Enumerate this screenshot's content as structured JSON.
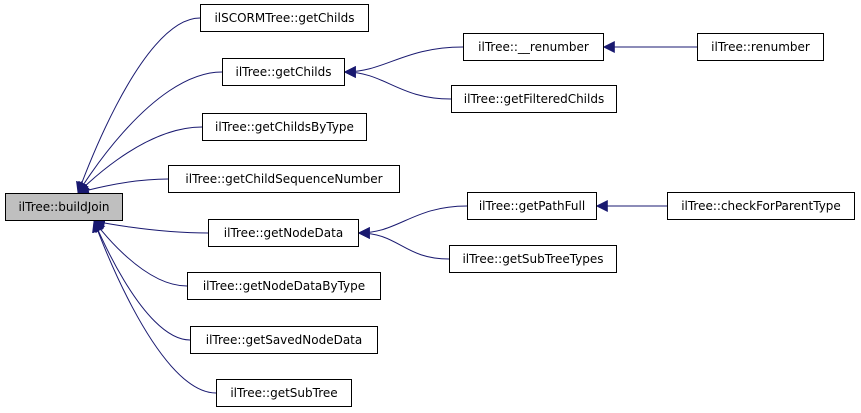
{
  "colors": {
    "edge": "#191970",
    "root_fill": "#bfbfbf",
    "node_fill": "#ffffff",
    "border": "#000000"
  },
  "nodes": {
    "buildJoin": "ilTree::buildJoin",
    "scormGetChilds": "ilSCORMTree::getChilds",
    "getChilds": "ilTree::getChilds",
    "renumberPriv": "ilTree::__renumber",
    "renumber": "ilTree::renumber",
    "getFilteredChilds": "ilTree::getFilteredChilds",
    "getChildsByType": "ilTree::getChildsByType",
    "getChildSequenceNumber": "ilTree::getChildSequenceNumber",
    "getNodeData": "ilTree::getNodeData",
    "getPathFull": "ilTree::getPathFull",
    "checkForParentType": "ilTree::checkForParentType",
    "getSubTreeTypes": "ilTree::getSubTreeTypes",
    "getNodeDataByType": "ilTree::getNodeDataByType",
    "getSavedNodeData": "ilTree::getSavedNodeData",
    "getSubTree": "ilTree::getSubTree"
  },
  "edges": [
    {
      "from": "scormGetChilds",
      "to": "buildJoin"
    },
    {
      "from": "getChilds",
      "to": "buildJoin"
    },
    {
      "from": "getChildsByType",
      "to": "buildJoin"
    },
    {
      "from": "getChildSequenceNumber",
      "to": "buildJoin"
    },
    {
      "from": "getNodeData",
      "to": "buildJoin"
    },
    {
      "from": "getNodeDataByType",
      "to": "buildJoin"
    },
    {
      "from": "getSavedNodeData",
      "to": "buildJoin"
    },
    {
      "from": "getSubTree",
      "to": "buildJoin"
    },
    {
      "from": "renumberPriv",
      "to": "getChilds"
    },
    {
      "from": "getFilteredChilds",
      "to": "getChilds"
    },
    {
      "from": "renumber",
      "to": "renumberPriv"
    },
    {
      "from": "getPathFull",
      "to": "getNodeData"
    },
    {
      "from": "getSubTreeTypes",
      "to": "getNodeData"
    },
    {
      "from": "checkForParentType",
      "to": "getPathFull"
    }
  ]
}
